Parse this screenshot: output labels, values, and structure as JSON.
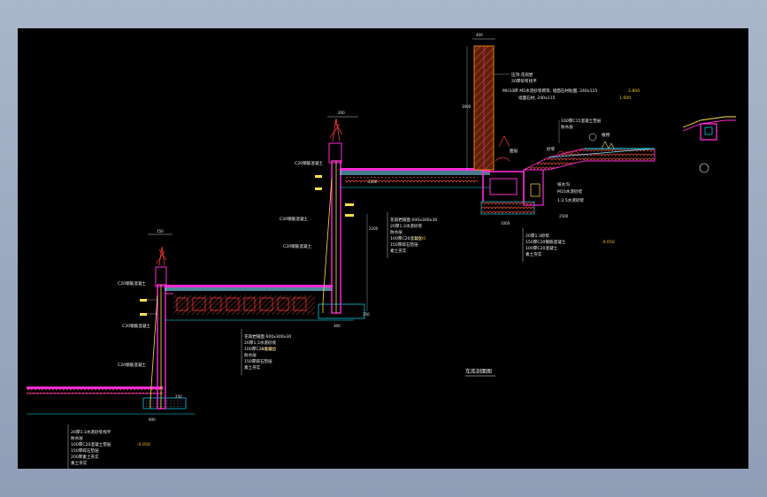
{
  "window": {
    "title": ""
  },
  "diagram": {
    "title": "车库剖面图",
    "dimensions": {
      "d150": "150",
      "d200": "200",
      "d250": "250",
      "d300": "300",
      "d350": "350",
      "d400": "400",
      "d600": "600",
      "d1000": "1000",
      "d1200": "1200",
      "d2200": "2200",
      "d2500": "2500",
      "d3000": "3000"
    },
    "notes": {
      "low_stack": [
        "20厚1:3水泥砂浆找平",
        "防水层",
        "100厚C20混凝土垫层",
        "150厚碎石垫层",
        "200厚素土夯实",
        "素土夯实"
      ],
      "low_stack_level": "-0.050",
      "low_left_top": "C20钢筋混凝土",
      "low_left_mid": "C20钢筋混凝土",
      "low_left_bot": "C20钢筋混凝土",
      "mid_stack": [
        "花岗岩铺面 600x300x30",
        "20厚1:3水泥砂浆",
        "100厚C20混凝土",
        "防水层",
        "150厚碎石垫层",
        "素土夯实"
      ],
      "mid_stack_level": "±0.000",
      "mid_left_top": "C20钢筋混凝土",
      "mid_left_mid": "C20钢筋混凝土",
      "mid_left_bot": "C20钢筋混凝土",
      "up_stack": [
        "花岗岩铺面 600x300x30",
        "20厚1:3水泥砂浆",
        "防水层",
        "100厚C20混凝土",
        "150厚碎石垫层",
        "素土夯实"
      ],
      "up_stack_level": "1.600",
      "up_left_top": "C20钢筋混凝土",
      "up_left_mid": "C20钢筋混凝土",
      "up_left_bot": "C20钢筋混凝土",
      "wall_note_1": "压顶:花岗岩",
      "wall_note_2": "20厚砂浆找平",
      "wall_note_3": "MU10砖 M5水泥砂浆砌筑, 墙面石材贴面, 240x115",
      "wall_note_3_level": "2.800",
      "wall_note_4": "墙面石材, 240x115",
      "wall_note_4_level": "1.600",
      "right_top_1": "100厚C15混凝土垫层",
      "right_top_2": "防水层",
      "right_mid_1": "面层",
      "right_mid_2": "砂浆",
      "right_mid_3": "排水沟",
      "right_mid_4": "M10水泥砂浆",
      "right_mid_5": "1:2.5水泥砂浆",
      "right_bottom": [
        "20厚1:3砂浆",
        "150厚C20钢筋混凝土",
        "100厚C20混凝土",
        "素土夯实"
      ],
      "right_bottom_level": "-0.050",
      "plant_label": "植物"
    }
  }
}
